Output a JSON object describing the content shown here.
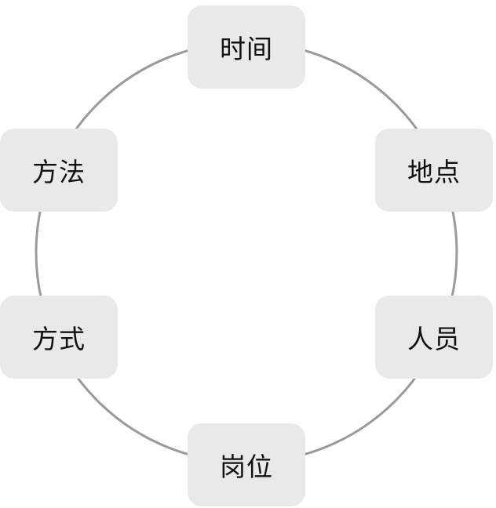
{
  "diagram": {
    "nodes": [
      {
        "label": "时间"
      },
      {
        "label": "地点"
      },
      {
        "label": "人员"
      },
      {
        "label": "岗位"
      },
      {
        "label": "方式"
      },
      {
        "label": "方法"
      }
    ]
  }
}
